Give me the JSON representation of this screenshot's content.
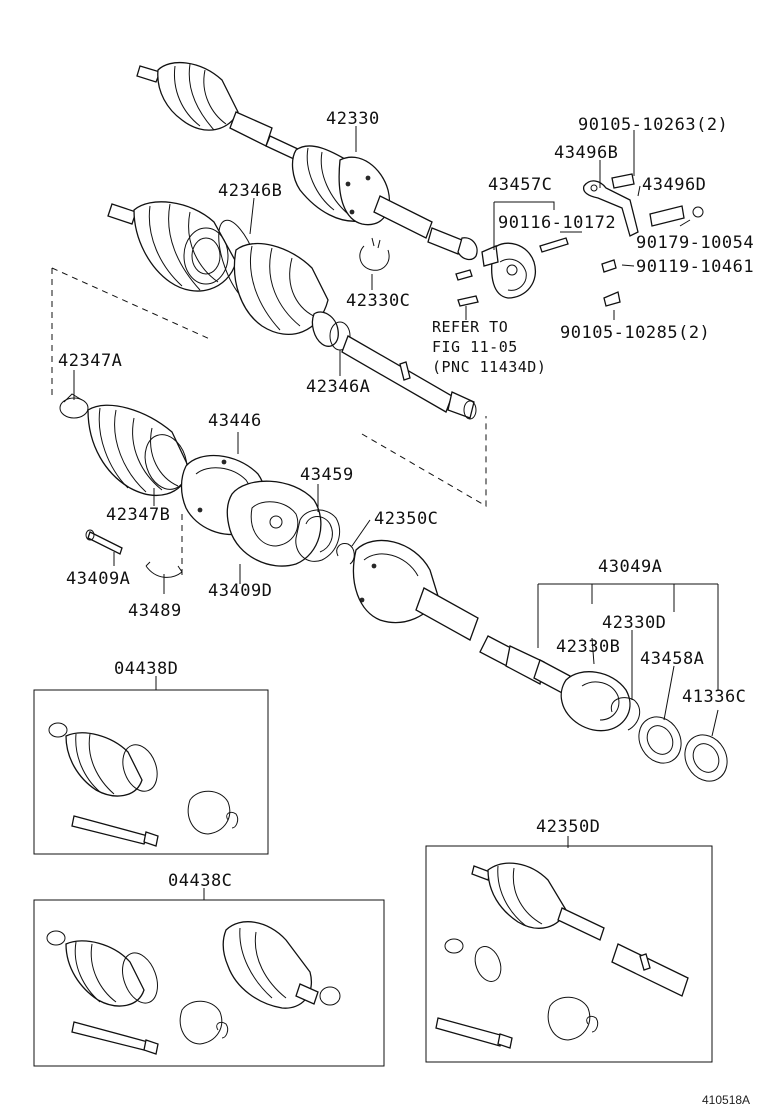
{
  "figure_id": "410518A",
  "note": {
    "line1": "REFER TO",
    "line2": "FIG 11-05",
    "line3": "(PNC 11434D)"
  },
  "part_labels": {
    "p42330": "42330",
    "p90105_10263": "90105-10263(2)",
    "p43496B": "43496B",
    "p43496D": "43496D",
    "p43457C": "43457C",
    "p42346B": "42346B",
    "p90116_10172": "90116-10172",
    "p90179_10054": "90179-10054",
    "p90119_10461": "90119-10461",
    "p42330C": "42330C",
    "p90105_10285": "90105-10285(2)",
    "p42347A": "42347A",
    "p42346A": "42346A",
    "p43446": "43446",
    "p43459": "43459",
    "p42350C": "42350C",
    "p42347B": "42347B",
    "p43049A": "43049A",
    "p43409A": "43409A",
    "p43409D": "43409D",
    "p43489": "43489",
    "p42330D": "42330D",
    "p42330B": "42330B",
    "p43458A": "43458A",
    "p04438D": "04438D",
    "p41336C": "41336C",
    "p42350D": "42350D",
    "p04438C": "04438C"
  }
}
